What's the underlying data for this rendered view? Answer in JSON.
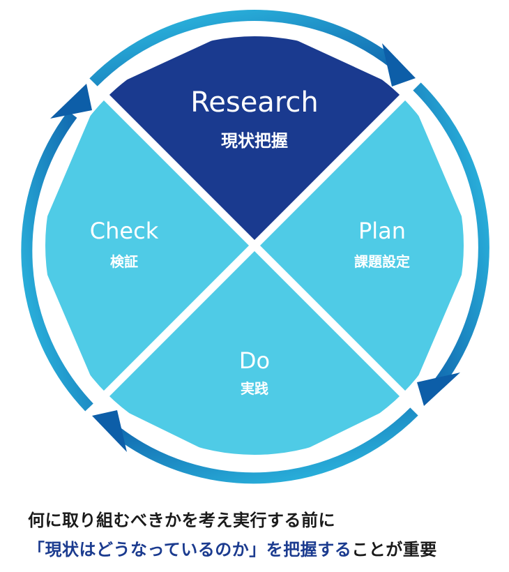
{
  "colors": {
    "research_fill": "#1a3a8f",
    "quadrant_fill": "#4fcbe6",
    "arrow_light": "#27b6e0",
    "arrow_dark": "#0d5ea8",
    "emphasis": "#1b3b8f"
  },
  "quadrants": {
    "research": {
      "title": "Research",
      "subtitle": "現状把握"
    },
    "plan": {
      "title": "Plan",
      "subtitle": "課題設定"
    },
    "do": {
      "title": "Do",
      "subtitle": "実践"
    },
    "check": {
      "title": "Check",
      "subtitle": "検証"
    }
  },
  "caption": {
    "line1": "何に取り組むべきかを考え実行する前に",
    "line2_emphasis": "「現状はどうなっているのか」を把握する",
    "line2_rest": "ことが重要"
  }
}
